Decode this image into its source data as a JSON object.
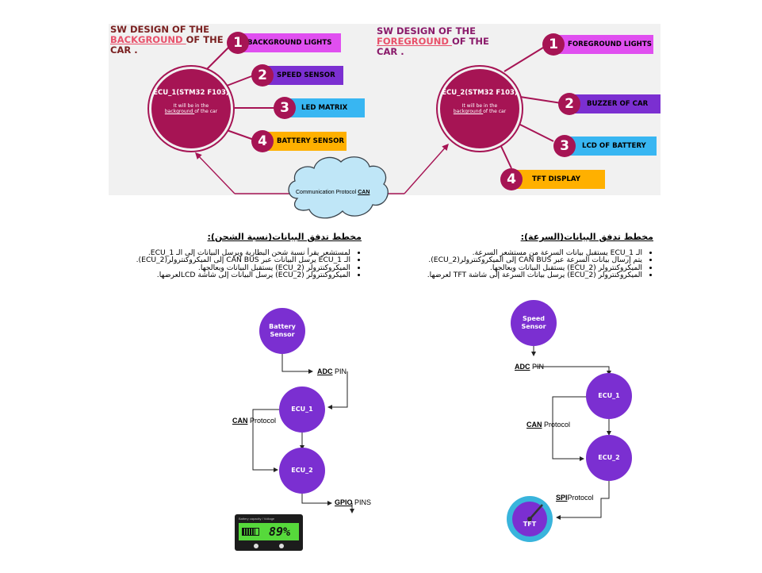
{
  "left_panel": {
    "title_line1": "SW DESIGN OF THE",
    "title_underlined": "BACKGROUND ",
    "title_rest": "OF THE",
    "title_line3": "CAR .",
    "ecu_title": "ECU_1(STM32 F103)",
    "ecu_desc_before": "It will be in the",
    "ecu_desc_underlined": "background ",
    "ecu_desc_after": "of the car",
    "items": [
      {
        "num": "1",
        "label": "BACKGROUND LIGHTS",
        "color": "#e04ff0"
      },
      {
        "num": "2",
        "label": "SPEED SENSOR",
        "color": "#7b2fd1"
      },
      {
        "num": "3",
        "label": "LED MATRIX",
        "color": "#38b6f2"
      },
      {
        "num": "4",
        "label": "BATTERY SENSOR",
        "color": "#ffb000"
      }
    ]
  },
  "right_panel": {
    "title_line1": "SW DESIGN OF THE",
    "title_underlined": "FOREGROUND ",
    "title_rest": "OF THE",
    "title_line3": "CAR .",
    "ecu_title": "ECU_2(STM32 F103)",
    "ecu_desc_before": "It will be in the",
    "ecu_desc_underlined": "background ",
    "ecu_desc_after": "of the car",
    "items": [
      {
        "num": "1",
        "label": "FOREGROUND LIGHTS",
        "color": "#e04ff0"
      },
      {
        "num": "2",
        "label": "BUZZER OF CAR",
        "color": "#7b2fd1"
      },
      {
        "num": "3",
        "label": "LCD OF BATTERY",
        "color": "#38b6f2"
      },
      {
        "num": "4",
        "label": "TFT DISPLAY",
        "color": "#ffb000"
      }
    ]
  },
  "cloud": {
    "label": "Communication Protocol ",
    "label_bold": "CAN"
  },
  "battery_flow": {
    "heading": "مخطط تدفق البيانات(نسبة الشحن):",
    "bullets": [
      "لمستشعر يقرأ نسبة شحن البطارية ويرسل البيانات إلى الـ ECU_1.",
      "الـ ECU_1 يرسل البيانات عبر CAN BUS إلى الميكروكنترولر(ECU_2).",
      "الميكروكنترولر (ECU_2) يستقبل البيانات ويعالجها.",
      "الميكروكنترولر (ECU_2) يرسل البيانات إلى شاشة LCDلعرضها."
    ],
    "node_sensor": "Battery Sensor",
    "node_ecu1": "ECU_1",
    "node_ecu2": "ECU_2",
    "adc_b": "ADC",
    "adc_r": " PIN",
    "can_b": "CAN",
    "can_r": " Protocol",
    "gpio_b": "GPIO",
    "gpio_r": " PINS",
    "lcd_caption": "Battery capacity / Voltage",
    "lcd_value": "89%"
  },
  "speed_flow": {
    "heading": "مخطط تدفق البيانات(السرعة):",
    "bullets": [
      "الـ ECU_1 يستقبل بيانات السرعة من مستشعر السرعة.",
      "يتم إرسال بيانات السرعة عبر CAN BUS إلى الميكروكنترولر(ECU_2).",
      "الميكروكنترولر (ECU_2) يستقبل البيانات ويعالجها.",
      "الميكروكنترولر (ECU_2) يرسل بيانات السرعة إلى شاشة TFT لعرضها."
    ],
    "node_sensor": "Speed Sensor",
    "node_ecu1": "ECU_1",
    "node_ecu2": "ECU_2",
    "adc_b": "ADC",
    "adc_r": " PIN",
    "can_b": "CAN",
    "can_r": " Protocol",
    "spi_b": "SPI",
    "spi_r": "Protocol",
    "tft_label": "TFT"
  }
}
